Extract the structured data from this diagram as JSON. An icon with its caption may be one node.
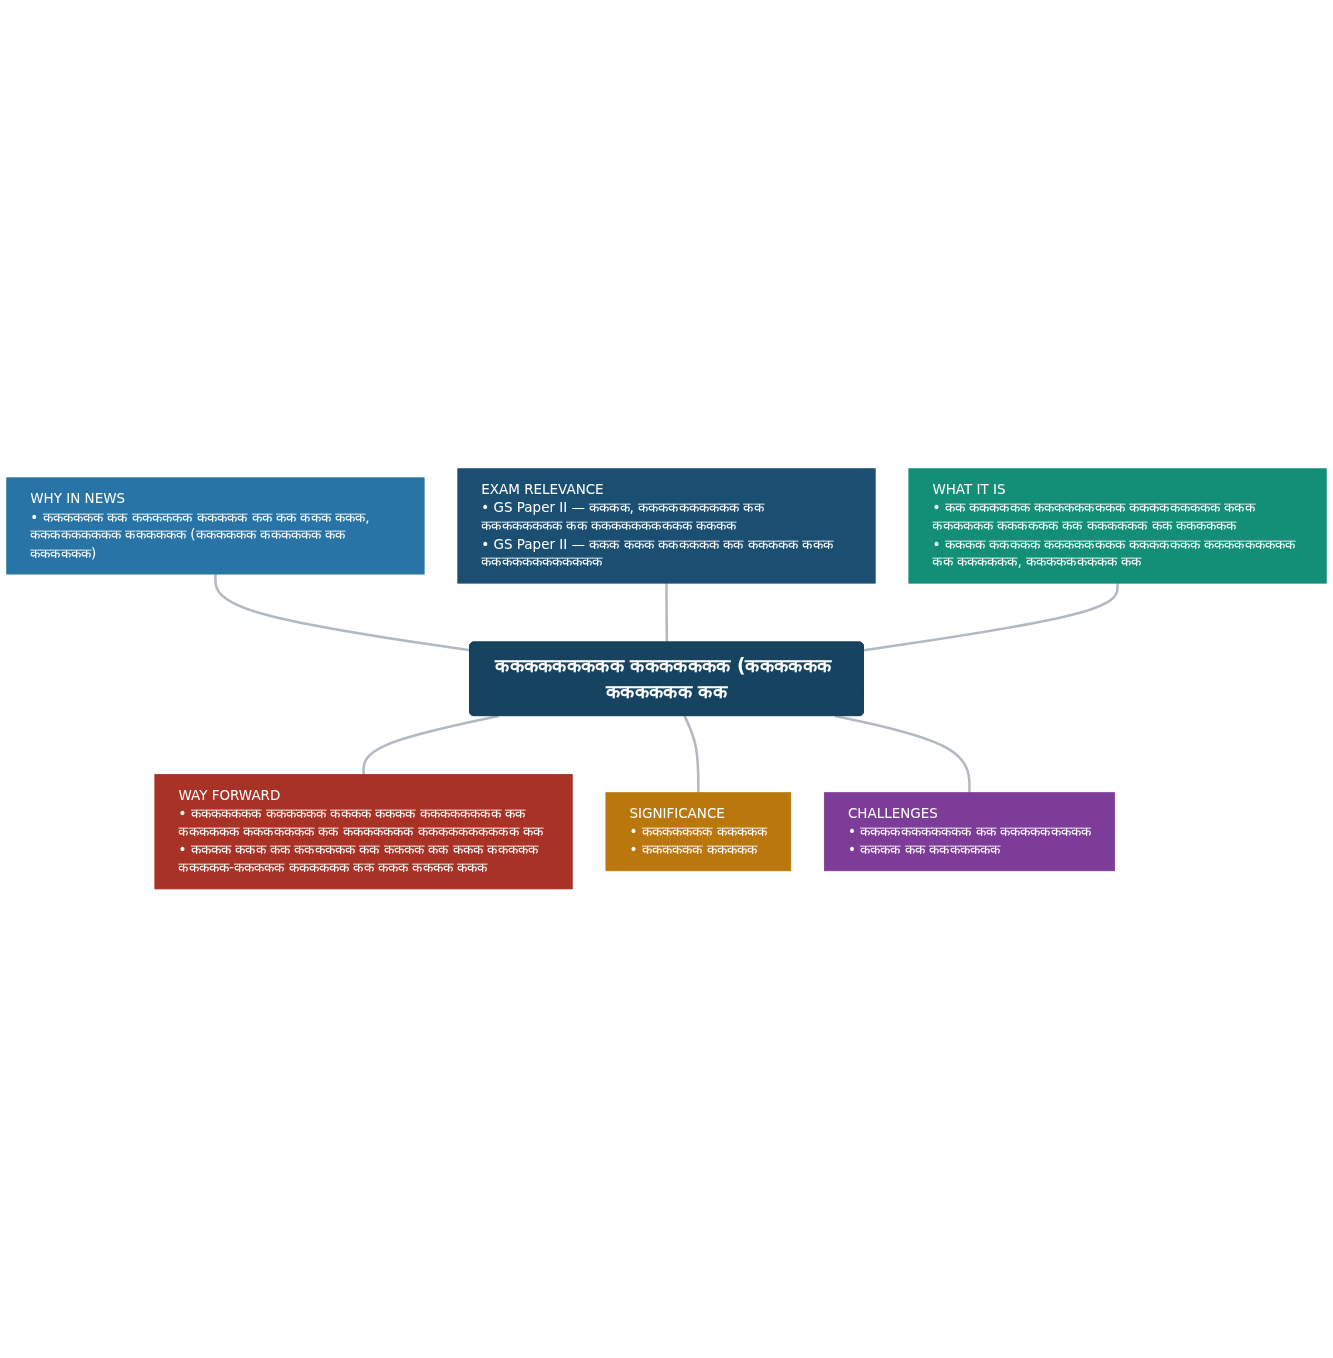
{
  "diagram": {
    "nodes": [
      {
        "text": [
          "WHY IN NEWS",
          "• कककककक कक कककककक ककककक कक कक ककक ककक, ककककककककक कककककक (कककककक कककककक कक कककककक)"
        ]
      },
      {
        "text": [
          "EXAM RELEVANCE",
          "• GS Paper II — कककक, कककककककककक कक कककककककक कक कककककककककक कककक",
          "• GS Paper II — ककक ककक कककककक कक ककककक ककक कककककककककककक"
        ]
      },
      {
        "text": [
          "WHAT IT IS",
          "• कक कककककक ककककककककक ककककककककक ककक कककककक कककककक कक कककककक कक कककककक",
          "• कककक ककककक कककककककक ककककककक ककककककककक कक कककककक, ककककककककक कक"
        ]
      },
      {
        "text": [
          "ककककककककक ककककककक (कककककक कककककक कक"
        ]
      },
      {
        "text": [
          "WAY FORWARD",
          "• ककककककक कककककक कककक कककक कककककककक कक कककककक ककककककक कक ककककककक कककककककककक कक",
          "• कककक ककक कक कककककक कक कककक कक ककक ककककक ककककक-ककककक कककककक कक ककक कककक ककक"
        ]
      },
      {
        "text": [
          "SIGNIFICANCE",
          "• ककककककक ककककक",
          "• कककककक ककककक"
        ]
      },
      {
        "text": [
          "CHALLENGES",
          "• ककककककककककक कक ककककककककक",
          "• कककक कक ककककककक"
        ]
      }
    ],
    "edges": [
      {
        "from": 0,
        "to": 3,
        "arrow": "none"
      },
      {
        "from": 1,
        "to": 3,
        "arrow": "none"
      },
      {
        "from": 2,
        "to": 3,
        "arrow": "none"
      },
      {
        "from": 3,
        "to": 4,
        "arrow": "none"
      },
      {
        "from": 3,
        "to": 5,
        "arrow": "none"
      },
      {
        "from": 3,
        "to": 6,
        "arrow": "none"
      }
    ]
  }
}
